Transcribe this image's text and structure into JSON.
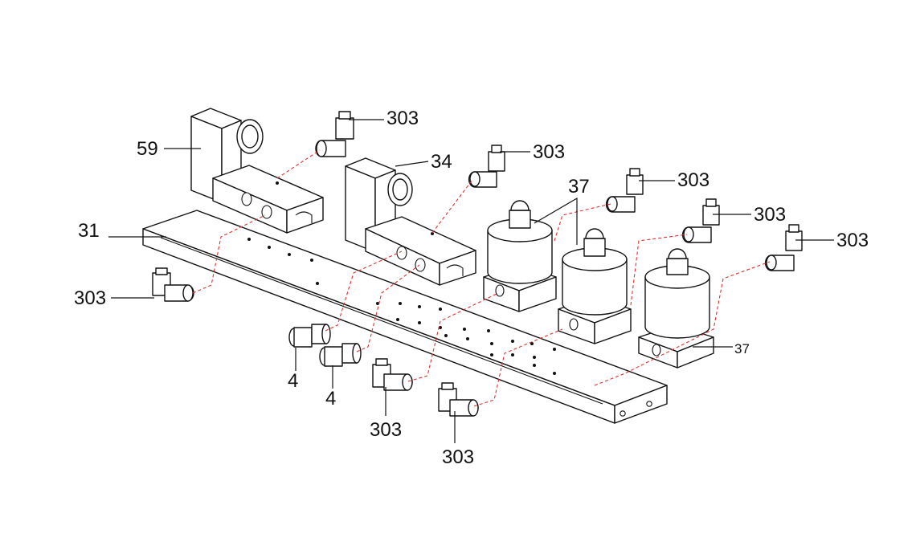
{
  "colors": {
    "line": "#111111",
    "flow": "#e0322f",
    "background": "#ffffff"
  },
  "labels": {
    "coil_59": "59",
    "valve_34": "34",
    "manifold_31": "31",
    "solenoid_37_top": "37",
    "solenoid_37_side": "37",
    "fitting_4_a": "4",
    "fitting_4_b": "4",
    "elbow_303_left": "303",
    "elbow_303_t1": "303",
    "elbow_303_t2": "303",
    "elbow_303_t3": "303",
    "elbow_303_t4": "303",
    "elbow_303_t5": "303",
    "elbow_303_b1": "303",
    "elbow_303_b2": "303"
  }
}
